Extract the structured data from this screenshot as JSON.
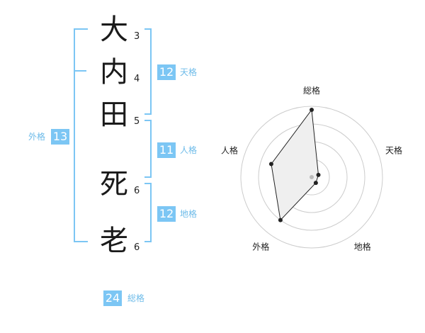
{
  "name": {
    "chars": [
      {
        "char": "大",
        "strokes": "3"
      },
      {
        "char": "内",
        "strokes": "4"
      },
      {
        "char": "田",
        "strokes": "5"
      },
      {
        "char": "死",
        "strokes": "6"
      },
      {
        "char": "老",
        "strokes": "6"
      }
    ]
  },
  "grids": {
    "tenkaku": {
      "value": "12",
      "label": "天格"
    },
    "jinkaku": {
      "value": "11",
      "label": "人格"
    },
    "chikaku": {
      "value": "12",
      "label": "地格"
    },
    "gaikaku": {
      "value": "13",
      "label": "外格"
    },
    "soukaku": {
      "value": "24",
      "label": "総格"
    }
  },
  "chart_data": {
    "type": "radar",
    "axes": [
      "総格",
      "天格",
      "地格",
      "外格",
      "人格"
    ],
    "values": [
      0.95,
      0.1,
      0.1,
      0.75,
      0.6
    ],
    "rings": 4,
    "colors": {
      "fill": "#efefef",
      "line": "#222222",
      "ring": "#cccccc",
      "center": "#bbbbbb"
    }
  }
}
